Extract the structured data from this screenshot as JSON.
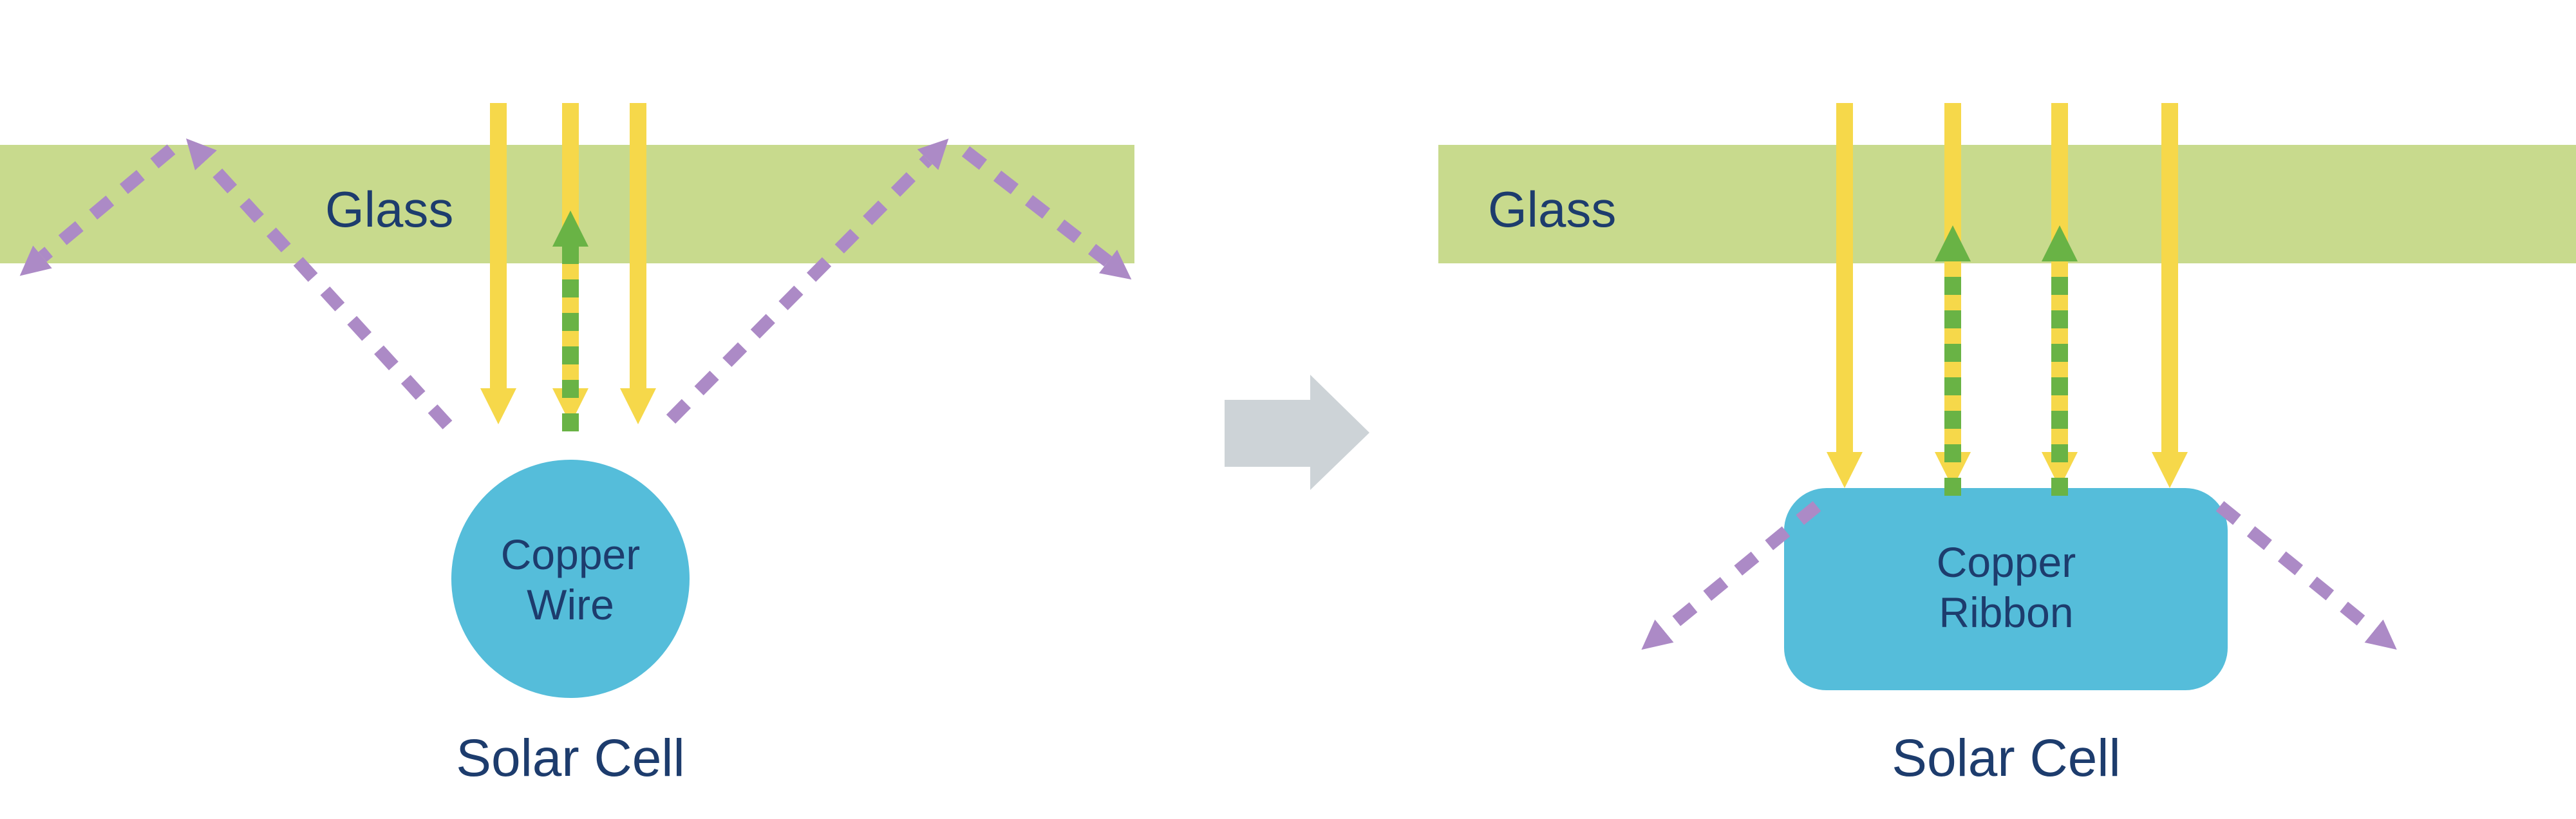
{
  "colors": {
    "background": "#ffffff",
    "glass": "#c8da8d",
    "incident_light": "#f6d84a",
    "reflected_light": "#69b345",
    "scattered_light": "#ac8ac6",
    "conductor": "#55bdda",
    "label_text": "#1d3c6d",
    "transition_arrow": "#cdd3d7"
  },
  "left_panel": {
    "glass_label": "Glass",
    "conductor_label": [
      "Copper",
      "Wire"
    ],
    "cell_label": "Solar Cell"
  },
  "right_panel": {
    "glass_label": "Glass",
    "conductor_label": [
      "Copper",
      "Ribbon"
    ],
    "cell_label": "Solar Cell"
  }
}
